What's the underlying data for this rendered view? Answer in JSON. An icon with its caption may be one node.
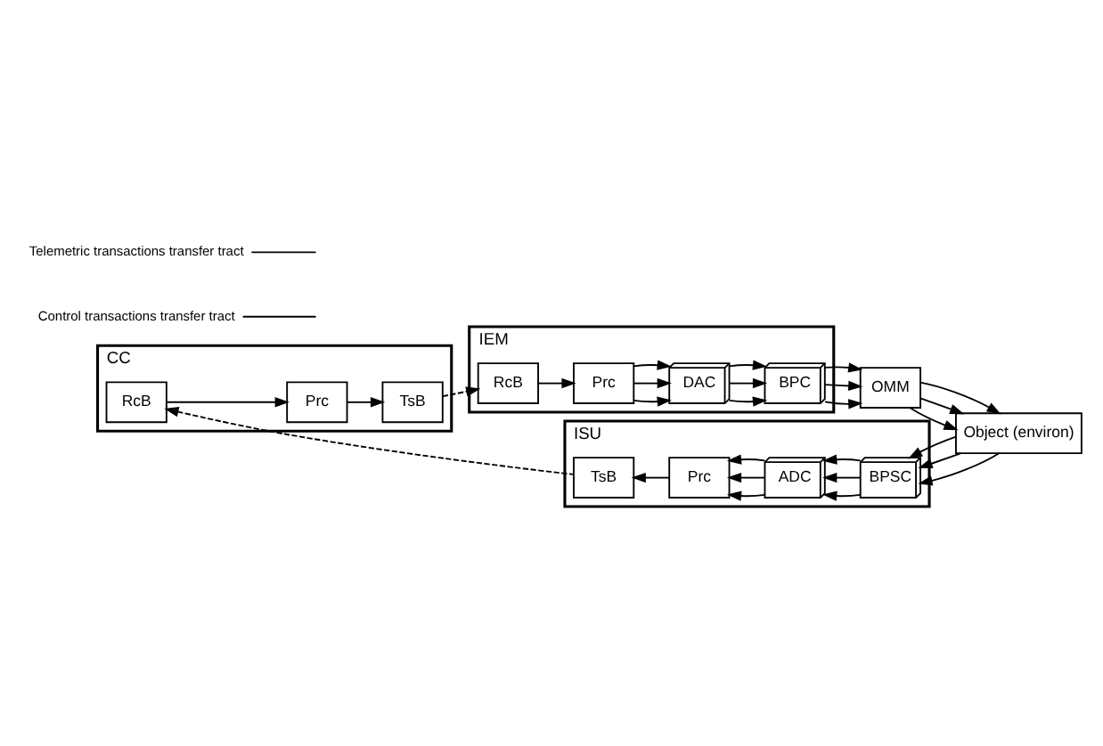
{
  "diagram": {
    "nodes": [
      {
        "text": [
          "CC"
        ]
      },
      {
        "text": [
          "TsB"
        ],
        "in": 0
      },
      {
        "text": [
          "Prc"
        ],
        "in": 0
      },
      {
        "text": [
          "RcB"
        ],
        "in": 0
      },
      {
        "text": [
          "IEM"
        ]
      },
      {
        "text": [
          "Prc"
        ],
        "in": 4
      },
      {
        "text": [
          "DAC"
        ],
        "in": 4
      },
      {
        "text": [
          "BPC"
        ],
        "in": 4
      },
      {
        "text": [
          "RcB"
        ],
        "in": 4
      },
      {
        "text": [
          "OMM"
        ]
      },
      {
        "text": [
          "Object (environ)"
        ]
      },
      {
        "text": [
          "ISU"
        ]
      },
      {
        "text": [
          "Prc"
        ],
        "in": 11
      },
      {
        "text": [
          "ADC"
        ],
        "in": 11
      },
      {
        "text": [
          "BPSC"
        ],
        "in": 11
      },
      {
        "text": [
          "TsB"
        ],
        "in": 11
      },
      {
        "text": [
          "Control transactions transfer tract"
        ]
      },
      {
        "text": [
          "Telemetric transactions transfer tract"
        ]
      }
    ],
    "edges": [
      {
        "from": 3,
        "to": 2,
        "arrow": "to"
      },
      {
        "from": 2,
        "to": 1,
        "arrow": "to"
      },
      {
        "from": 1,
        "to": 8,
        "arrow": "to",
        "style": "dashed"
      },
      {
        "from": 8,
        "to": 5,
        "arrow": "to"
      },
      {
        "from": 5,
        "to": 6,
        "arrow": "to"
      },
      {
        "from": 5,
        "to": 6,
        "arrow": "to"
      },
      {
        "from": 5,
        "to": 6,
        "arrow": "to"
      },
      {
        "from": 6,
        "to": 7,
        "arrow": "to"
      },
      {
        "from": 6,
        "to": 7,
        "arrow": "to"
      },
      {
        "from": 6,
        "to": 7,
        "arrow": "to"
      },
      {
        "from": 7,
        "to": 9,
        "arrow": "to"
      },
      {
        "from": 7,
        "to": 9,
        "arrow": "to"
      },
      {
        "from": 7,
        "to": 9,
        "arrow": "to"
      },
      {
        "from": 9,
        "to": 10,
        "arrow": "to"
      },
      {
        "from": 9,
        "to": 10,
        "arrow": "to"
      },
      {
        "from": 9,
        "to": 10,
        "arrow": "to"
      },
      {
        "from": 10,
        "to": 14,
        "arrow": "to"
      },
      {
        "from": 10,
        "to": 14,
        "arrow": "to"
      },
      {
        "from": 10,
        "to": 14,
        "arrow": "to"
      },
      {
        "from": 14,
        "to": 13,
        "arrow": "to"
      },
      {
        "from": 14,
        "to": 13,
        "arrow": "to"
      },
      {
        "from": 14,
        "to": 13,
        "arrow": "to"
      },
      {
        "from": 13,
        "to": 12,
        "arrow": "to"
      },
      {
        "from": 13,
        "to": 12,
        "arrow": "to"
      },
      {
        "from": 13,
        "to": 12,
        "arrow": "to"
      },
      {
        "from": 12,
        "to": 15,
        "arrow": "to"
      },
      {
        "from": 15,
        "to": 3,
        "arrow": "to",
        "style": "dashed"
      },
      {
        "from": 16,
        "to": null,
        "arrow": "none"
      },
      {
        "from": 17,
        "to": null,
        "arrow": "none"
      }
    ]
  }
}
